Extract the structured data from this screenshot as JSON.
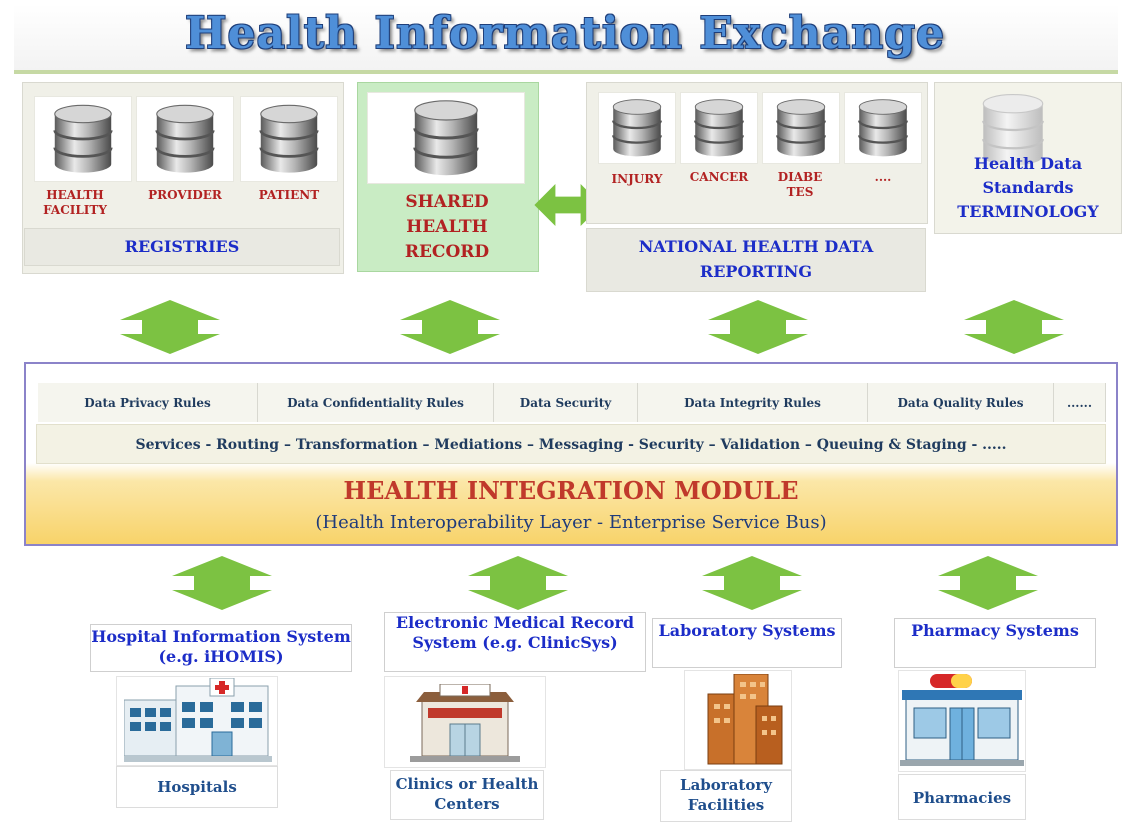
{
  "title": "Health Information Exchange",
  "registries": {
    "items": [
      "HEALTH FACILITY",
      "PROVIDER",
      "PATIENT"
    ],
    "label": "REGISTRIES"
  },
  "shared_health_record": {
    "label": "SHARED HEALTH RECORD"
  },
  "national_reporting": {
    "items": [
      "INJURY",
      "CANCER",
      "DIABE TES",
      "...."
    ],
    "label": "NATIONAL HEALTH DATA REPORTING"
  },
  "standards": {
    "label": "Health Data Standards TERMINOLOGY"
  },
  "him": {
    "rules": [
      "Data Privacy Rules",
      "Data Confidentiality Rules",
      "Data Security",
      "Data Integrity Rules",
      "Data Quality Rules",
      "......"
    ],
    "services": "Services - Routing – Transformation – Mediations – Messaging -  Security – Validation – Queuing & Staging - .....",
    "title": "HEALTH INTEGRATION MODULE",
    "subtitle": "(Health Interoperability Layer - Enterprise Service Bus)"
  },
  "systems": [
    {
      "label": "Hospital Information System (e.g. iHOMIS)",
      "facility": "Hospitals"
    },
    {
      "label": "Electronic Medical Record System (e.g. ClinicSys)",
      "facility": "Clinics or Health Centers"
    },
    {
      "label": "Laboratory Systems",
      "facility": "Laboratory Facilities"
    },
    {
      "label": "Pharmacy Systems",
      "facility": "Pharmacies"
    }
  ],
  "icons": {
    "database": "database-icon",
    "arrow": "double-arrow-icon",
    "hospital": "hospital-building-icon",
    "clinic": "clinic-building-icon",
    "laboratory": "laboratory-building-icon",
    "pharmacy": "pharmacy-building-icon"
  },
  "colors": {
    "arrow_green": "#7cc242",
    "title_blue": "#4f8fd8",
    "label_red": "#b22222",
    "label_blue": "#1c2dc8",
    "module_red": "#c0392b",
    "shr_green": "#c9ecc4"
  }
}
